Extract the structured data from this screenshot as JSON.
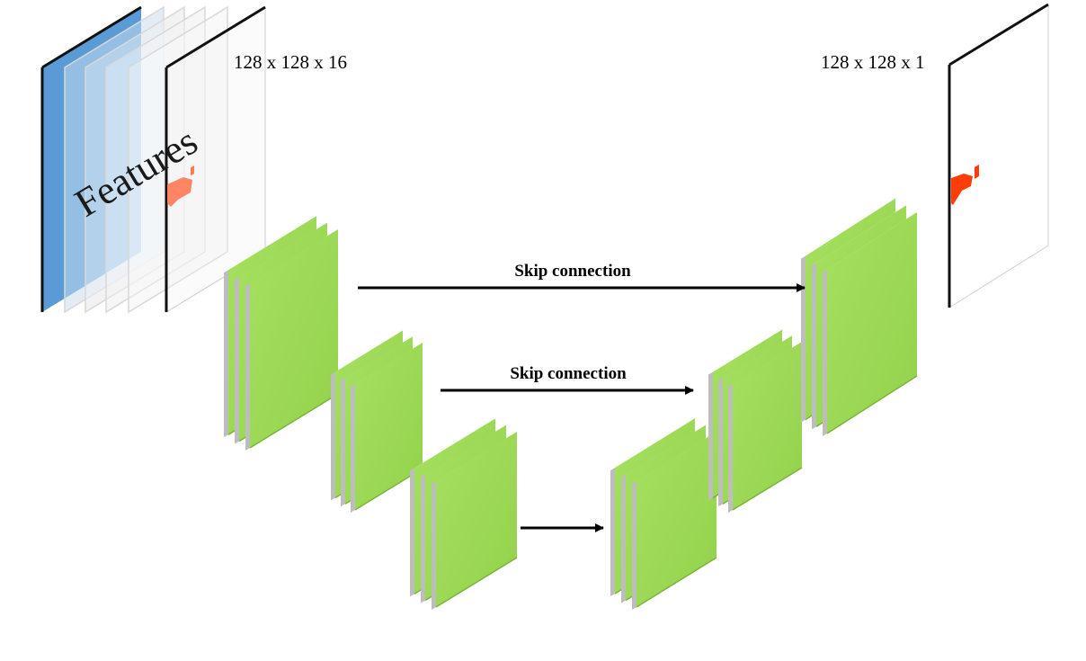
{
  "input": {
    "features_label": "Features",
    "dimension_label": "128 x 128 x 16"
  },
  "output": {
    "dimension_label": "128 x 128 x 1"
  },
  "connections": {
    "skip_top_label": "Skip connection",
    "skip_middle_label": "Skip connection"
  },
  "colors": {
    "feature_map": "#9ddb55",
    "feature_map_edge": "#b8b8b8",
    "input_blue": "#5b9bd5",
    "lesion_orange": "#ff4a1a",
    "arrow": "#000000"
  }
}
